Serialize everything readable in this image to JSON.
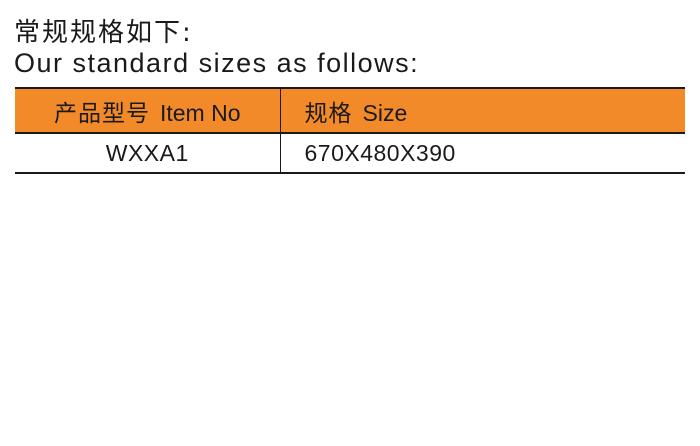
{
  "heading": {
    "cn": "常规规格如下:",
    "en": "Our standard sizes as follows:"
  },
  "table": {
    "header_bg": "#f28a2a",
    "columns": [
      {
        "cn": "产品型号",
        "en": "Item No"
      },
      {
        "cn": "规格",
        "en": "Size"
      }
    ],
    "rows": [
      {
        "item_no": "WXXA1",
        "size": "670X480X390"
      }
    ]
  }
}
